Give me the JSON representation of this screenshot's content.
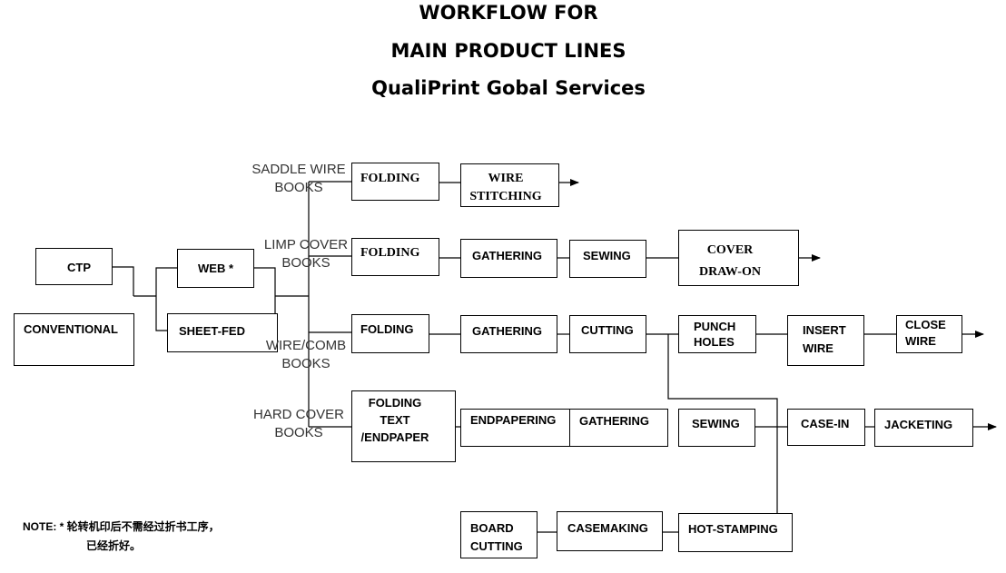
{
  "header": {
    "title_line1": "WORKFLOW FOR",
    "title_line2": "MAIN PRODUCT LINES",
    "title_line3": "QualiPrint Gobal Services"
  },
  "prepress": {
    "ctp": "CTP",
    "conventional": "CONVENTIONAL",
    "web": "WEB *",
    "sheet_fed": "SHEET-FED"
  },
  "branches": {
    "saddle_wire": "SADDLE WIRE\nBOOKS",
    "limp_cover": "LIMP COVER\nBOOKS",
    "wire_comb": "WIRE/COMB\nBOOKS",
    "hard_cover": "HARD COVER\nBOOKS"
  },
  "saddle_wire_steps": {
    "folding": "FOLDING",
    "wire_stitching": "WIRE\nSTITCHING"
  },
  "limp_cover_steps": {
    "folding": "FOLDING",
    "gathering": "GATHERING",
    "sewing": "SEWING",
    "cover_draw_on": "COVER\nDRAW-ON"
  },
  "wire_comb_steps": {
    "folding": "FOLDING",
    "gathering": "GATHERING",
    "cutting": "CUTTING",
    "punch_holes": "PUNCH\nHOLES",
    "insert_wire": "INSERT\nWIRE",
    "close_wire": "CLOSE\nWIRE"
  },
  "hard_cover_steps": {
    "folding": "FOLDING\nTEXT\n/ENDPAPER",
    "endpapering": "ENDPAPERING",
    "gathering": "GATHERING",
    "sewing": "SEWING",
    "case_in": "CASE-IN",
    "jacketing": "JACKETING"
  },
  "case_steps": {
    "board_cutting": "BOARD\nCUTTING",
    "casemaking": "CASEMAKING",
    "hot_stamping": "HOT-STAMPING"
  },
  "note": {
    "line1": "NOTE: *  轮转机印后不需经过折书工序，",
    "line2": "已经折好。"
  }
}
